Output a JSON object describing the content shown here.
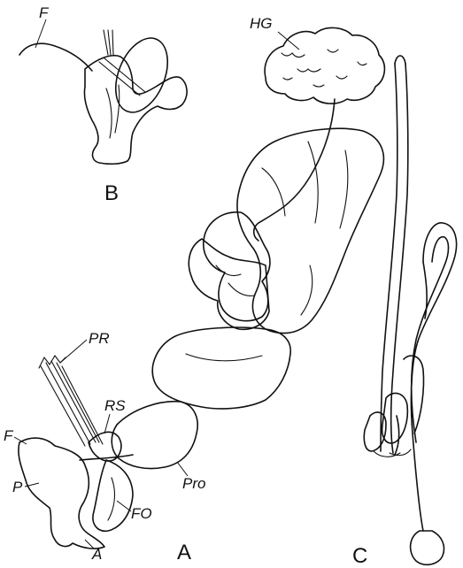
{
  "figure": {
    "panels": [
      {
        "id": "A",
        "label": "A"
      },
      {
        "id": "B",
        "label": "B"
      },
      {
        "id": "C",
        "label": "C"
      }
    ],
    "annotations": {
      "F_b": "F",
      "HG": "HG",
      "PR": "PR",
      "RS": "RS",
      "F_a": "F",
      "P": "P",
      "Pro": "Pro",
      "FO": "FO",
      "A": "A"
    },
    "style": {
      "ink": "#111111",
      "paper": "#ffffff"
    }
  }
}
